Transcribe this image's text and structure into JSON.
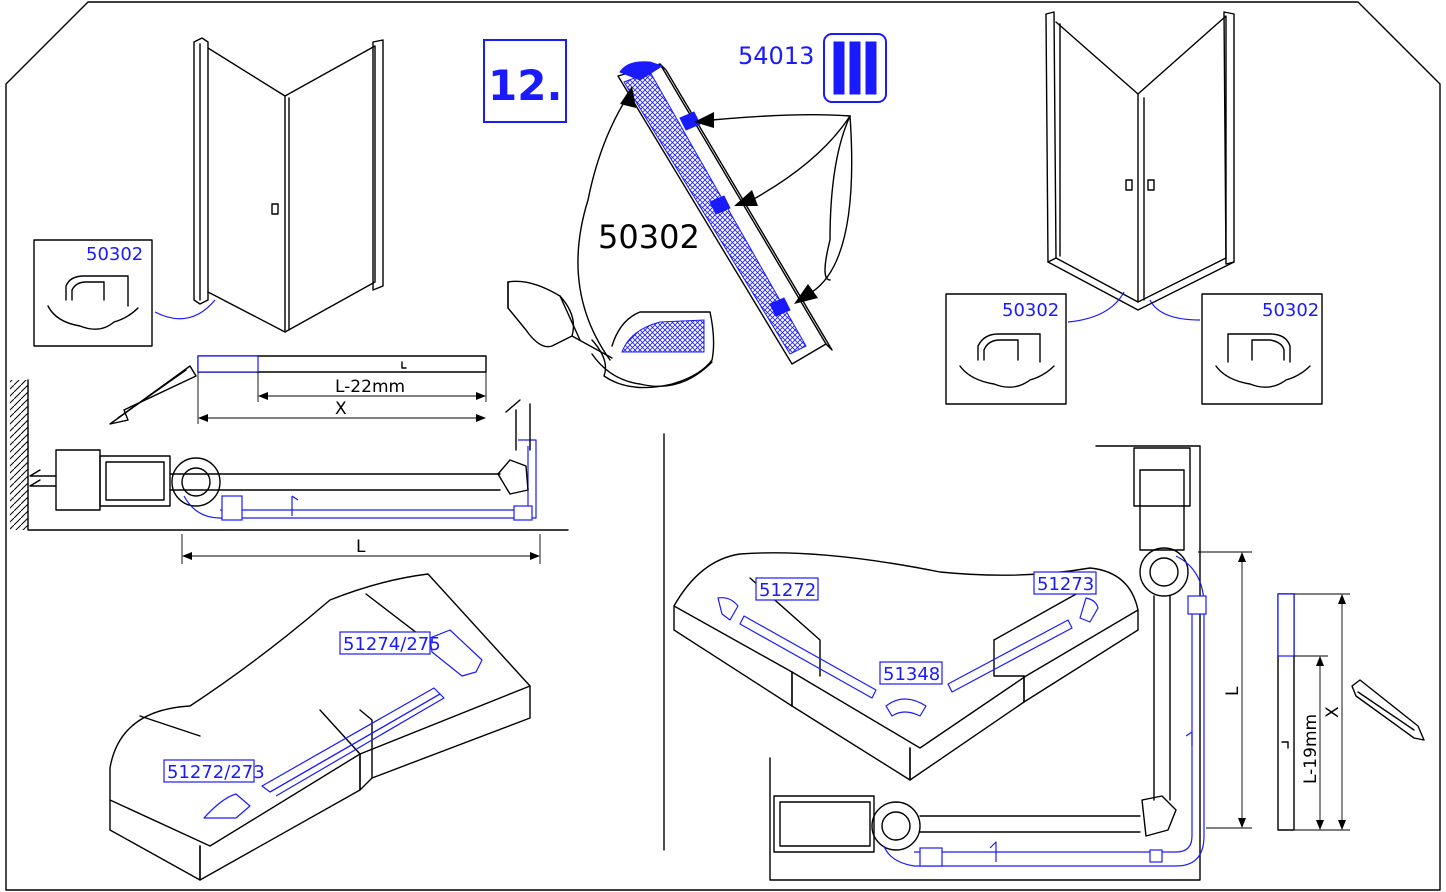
{
  "step_number": "12.",
  "parts": {
    "seal_strip": "54013",
    "profile_main": "50302",
    "inset_left": "50302",
    "inset_right_a": "50302",
    "inset_right_b": "50302",
    "end_cap_left": "51274/275",
    "end_cap_left_b": "51272/273",
    "end_cap_right_a": "51272",
    "end_cap_right_b": "51273",
    "corner_joint": "51348"
  },
  "dimensions": {
    "left_cut": "L-22mm",
    "left_x": "X",
    "left_l": "L",
    "right_l": "L",
    "right_cut": "L-19mm",
    "right_x": "X"
  },
  "colors": {
    "accent": "#1a1aff",
    "line": "#000000"
  }
}
